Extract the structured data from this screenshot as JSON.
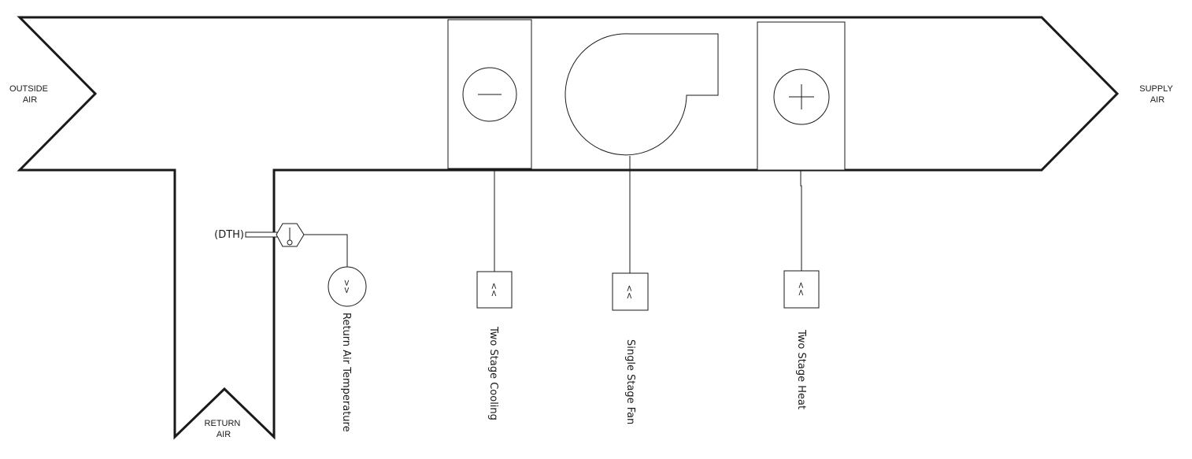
{
  "duct_labels": {
    "outside_air": [
      "OUTSIDE",
      "AIR"
    ],
    "supply_air": [
      "SUPPLY",
      "AIR"
    ],
    "return_air": [
      "RETURN",
      "AIR"
    ]
  },
  "sensor": {
    "tag": "(DTH)",
    "indicator": ">>",
    "label": "Return Air Temperature"
  },
  "points": {
    "cooling": {
      "indicator": "<<",
      "label": "Two Stage Cooling"
    },
    "fan": {
      "indicator": "<<",
      "label": "Single Stage Fan"
    },
    "heat": {
      "indicator": "<<",
      "label": "Two Stage Heat"
    }
  },
  "colors": {
    "line": "#1a1a1a",
    "background": "#ffffff"
  }
}
